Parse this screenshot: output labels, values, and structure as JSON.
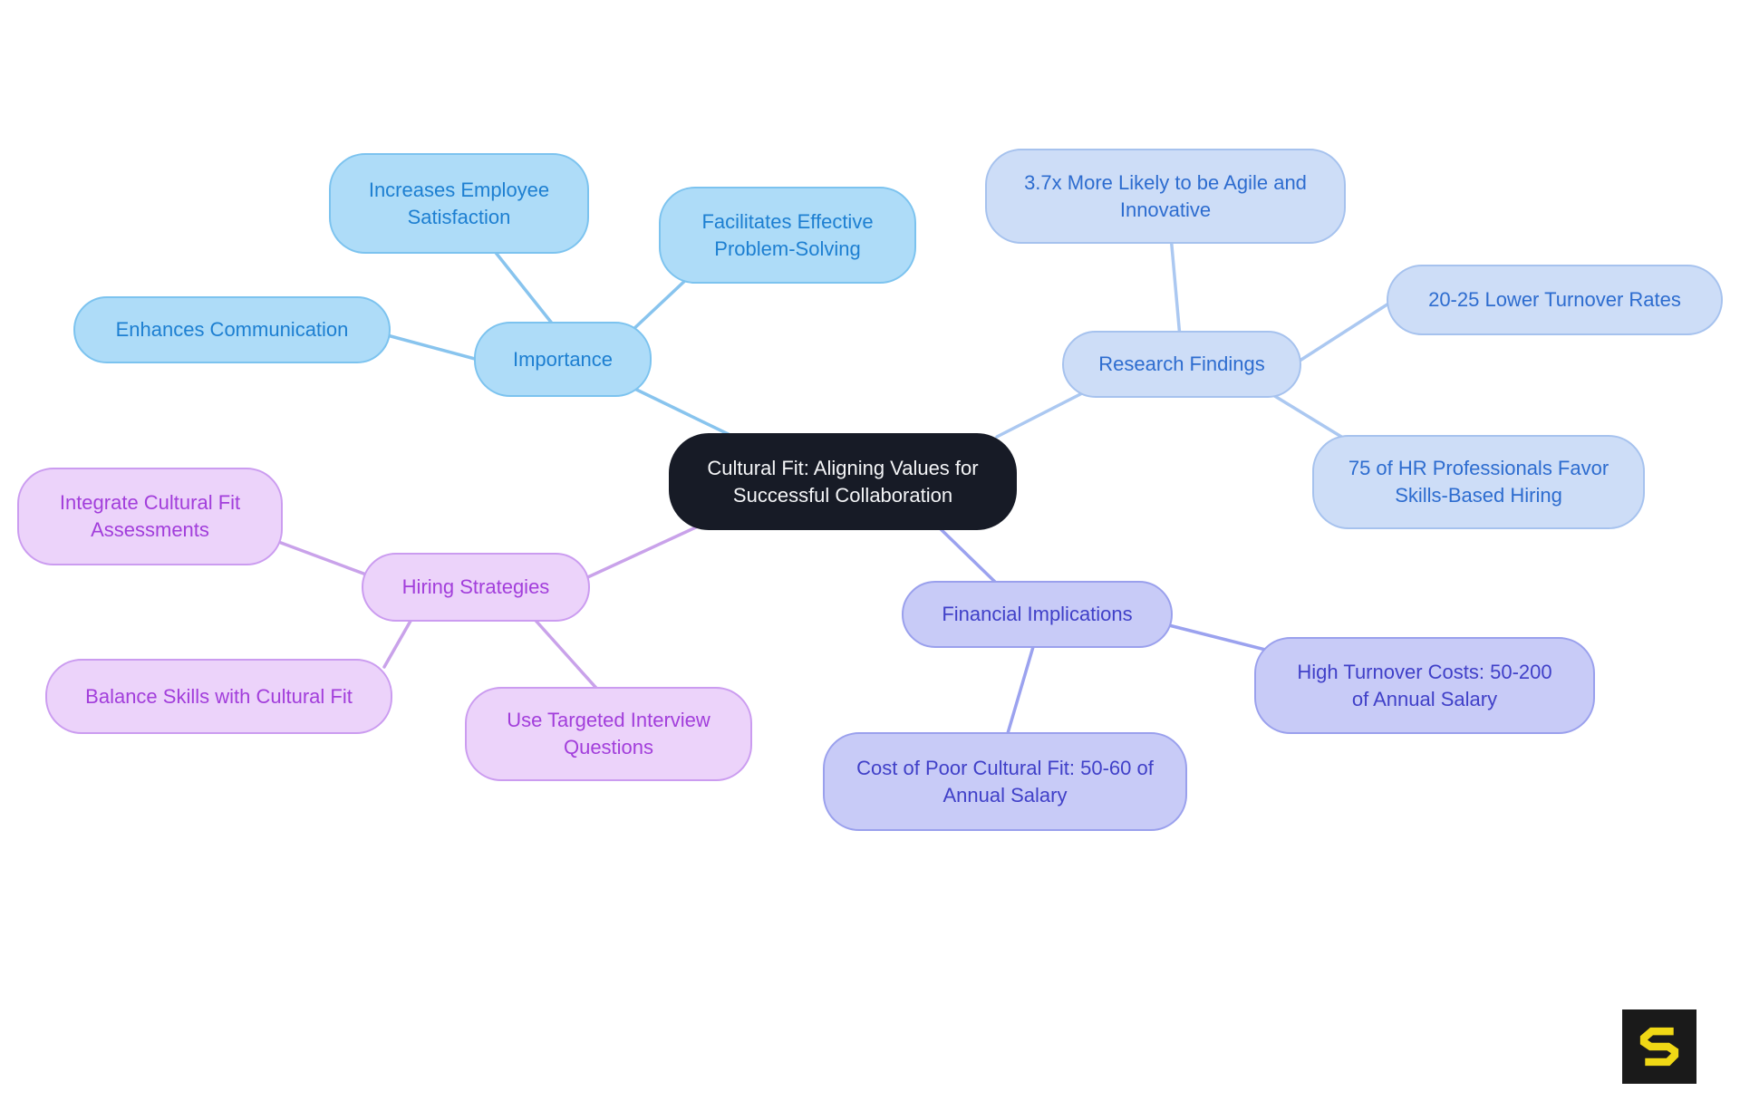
{
  "diagram": {
    "type": "mindmap",
    "center": {
      "label": "Cultural Fit: Aligning Values for Successful Collaboration"
    },
    "branches": [
      {
        "id": "importance",
        "label": "Importance",
        "fill": "#aedcf8",
        "border": "#7cc3ef",
        "text_color": "#1d7fd1",
        "edge_color": "#88c4ee",
        "children": [
          {
            "label": "Increases Employee Satisfaction"
          },
          {
            "label": "Facilitates Effective Problem-Solving"
          },
          {
            "label": "Enhances Communication"
          }
        ]
      },
      {
        "id": "research-findings",
        "label": "Research Findings",
        "fill": "#cdddf7",
        "border": "#a6c2ee",
        "text_color": "#2d6ccf",
        "edge_color": "#abc8f1",
        "children": [
          {
            "label": "3.7x More Likely to be Agile and Innovative"
          },
          {
            "label": "20-25 Lower Turnover Rates"
          },
          {
            "label": "75 of HR Professionals Favor Skills-Based Hiring"
          }
        ]
      },
      {
        "id": "hiring-strategies",
        "label": "Hiring Strategies",
        "fill": "#ecd3fa",
        "border": "#cb9cf0",
        "text_color": "#a23edb",
        "edge_color": "#c9a2ea",
        "children": [
          {
            "label": "Integrate Cultural Fit Assessments"
          },
          {
            "label": "Balance Skills with Cultural Fit"
          },
          {
            "label": "Use Targeted Interview Questions"
          }
        ]
      },
      {
        "id": "financial-implications",
        "label": "Financial Implications",
        "fill": "#c8cbf7",
        "border": "#9aa0ed",
        "text_color": "#4040c8",
        "edge_color": "#9ba2ef",
        "children": [
          {
            "label": "High Turnover Costs: 50-200 of Annual Salary"
          },
          {
            "label": "Cost of Poor Cultural Fit: 50-60 of Annual Salary"
          }
        ]
      }
    ],
    "center_fill": "#171b26",
    "center_text_color": "#f4f5f7",
    "background": "#ffffff"
  },
  "logo": {
    "letter": "S",
    "bg": "#1a1a1a",
    "fg": "#f0d815"
  }
}
